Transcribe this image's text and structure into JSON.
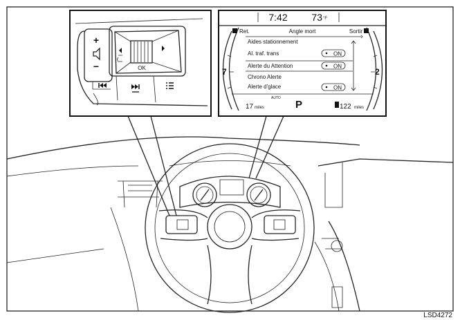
{
  "figure_id": "LSD4272",
  "display": {
    "time": "7:42",
    "temperature": "73",
    "temp_unit": "°F",
    "back_label": "Ret.",
    "menu_title": "Angle mort",
    "exit_label": "Sortir",
    "items": [
      {
        "label": "Aides stationnement",
        "toggle": ""
      },
      {
        "label": "Al. traf. trans",
        "toggle": "ON"
      },
      {
        "label": "Alerte du Attention",
        "toggle": "ON"
      },
      {
        "label": "Chrono Alerte",
        "toggle": ""
      },
      {
        "label": "Alerte d'glace",
        "toggle": "ON"
      }
    ],
    "trip_value": "17",
    "trip_unit": "miles",
    "mode": "AUTO",
    "gear": "P",
    "range_value": "122",
    "range_unit": "miles",
    "gauge_left_number": "7",
    "gauge_right_number": "2"
  },
  "switch": {
    "ok_label": "OK",
    "plus": "+",
    "minus": "−"
  }
}
